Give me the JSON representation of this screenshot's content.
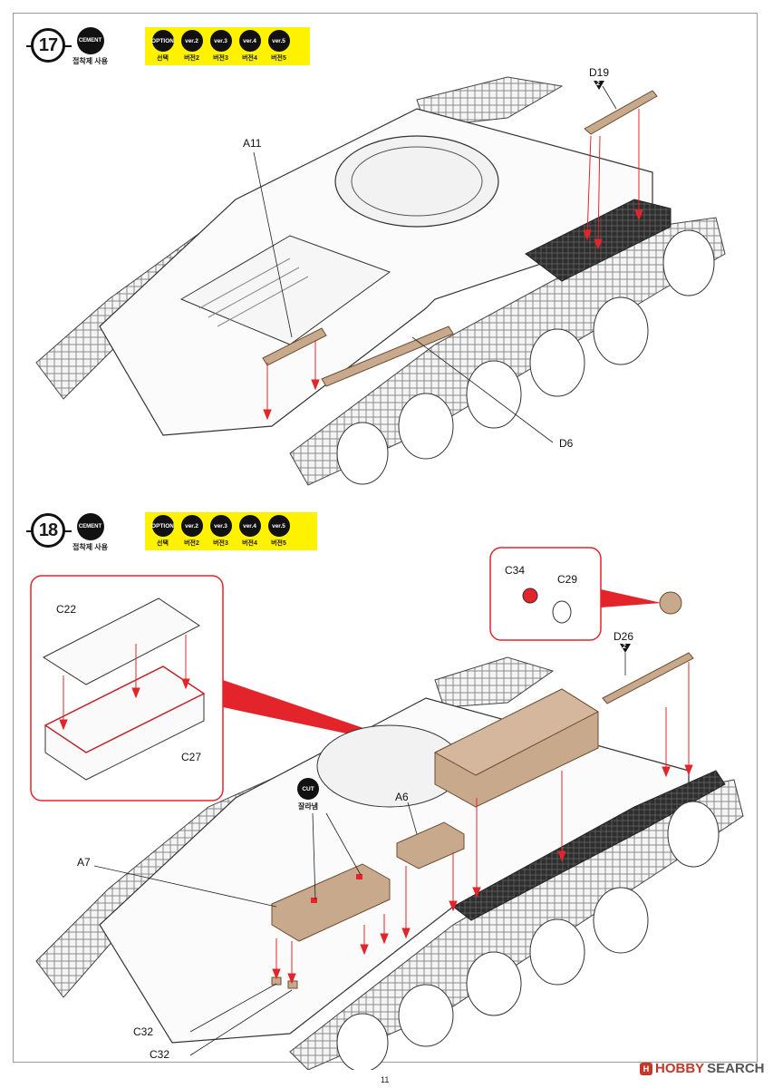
{
  "page": {
    "number": "11"
  },
  "watermark": {
    "brand": "HOBBY",
    "suffix": " SEARCH"
  },
  "steps": [
    {
      "number": "17",
      "cement": {
        "badge": "CEMENT",
        "caption": "접착제 사용"
      },
      "options": [
        {
          "badge": "OPTION",
          "caption": "선택"
        },
        {
          "badge": "ver.2",
          "caption": "버전2"
        },
        {
          "badge": "ver.3",
          "caption": "버전3"
        },
        {
          "badge": "ver.4",
          "caption": "버전4"
        },
        {
          "badge": "ver.5",
          "caption": "버전5"
        }
      ],
      "parts": {
        "d19": "D19",
        "d19_tag": "2",
        "a11": "A11",
        "d6": "D6"
      }
    },
    {
      "number": "18",
      "cement": {
        "badge": "CEMENT",
        "caption": "접착제 사용"
      },
      "options": [
        {
          "badge": "OPTION",
          "caption": "선택"
        },
        {
          "badge": "ver.2",
          "caption": "버전2"
        },
        {
          "badge": "ver.3",
          "caption": "버전3"
        },
        {
          "badge": "ver.4",
          "caption": "버전4"
        },
        {
          "badge": "ver.5",
          "caption": "버전5"
        }
      ],
      "cut": {
        "badge": "CUT",
        "caption": "잘라냄"
      },
      "parts": {
        "c22": "C22",
        "c27": "C27",
        "c34": "C34",
        "c29": "C29",
        "d26": "D26",
        "d26_tag": "2",
        "a6": "A6",
        "a7": "A7",
        "c32a": "C32",
        "c32b": "C32"
      }
    }
  ],
  "colors": {
    "option_strip": "#fff200",
    "part_tan": "#c9a98c",
    "callout_red": "#e3252b",
    "track_dark": "#333333"
  }
}
